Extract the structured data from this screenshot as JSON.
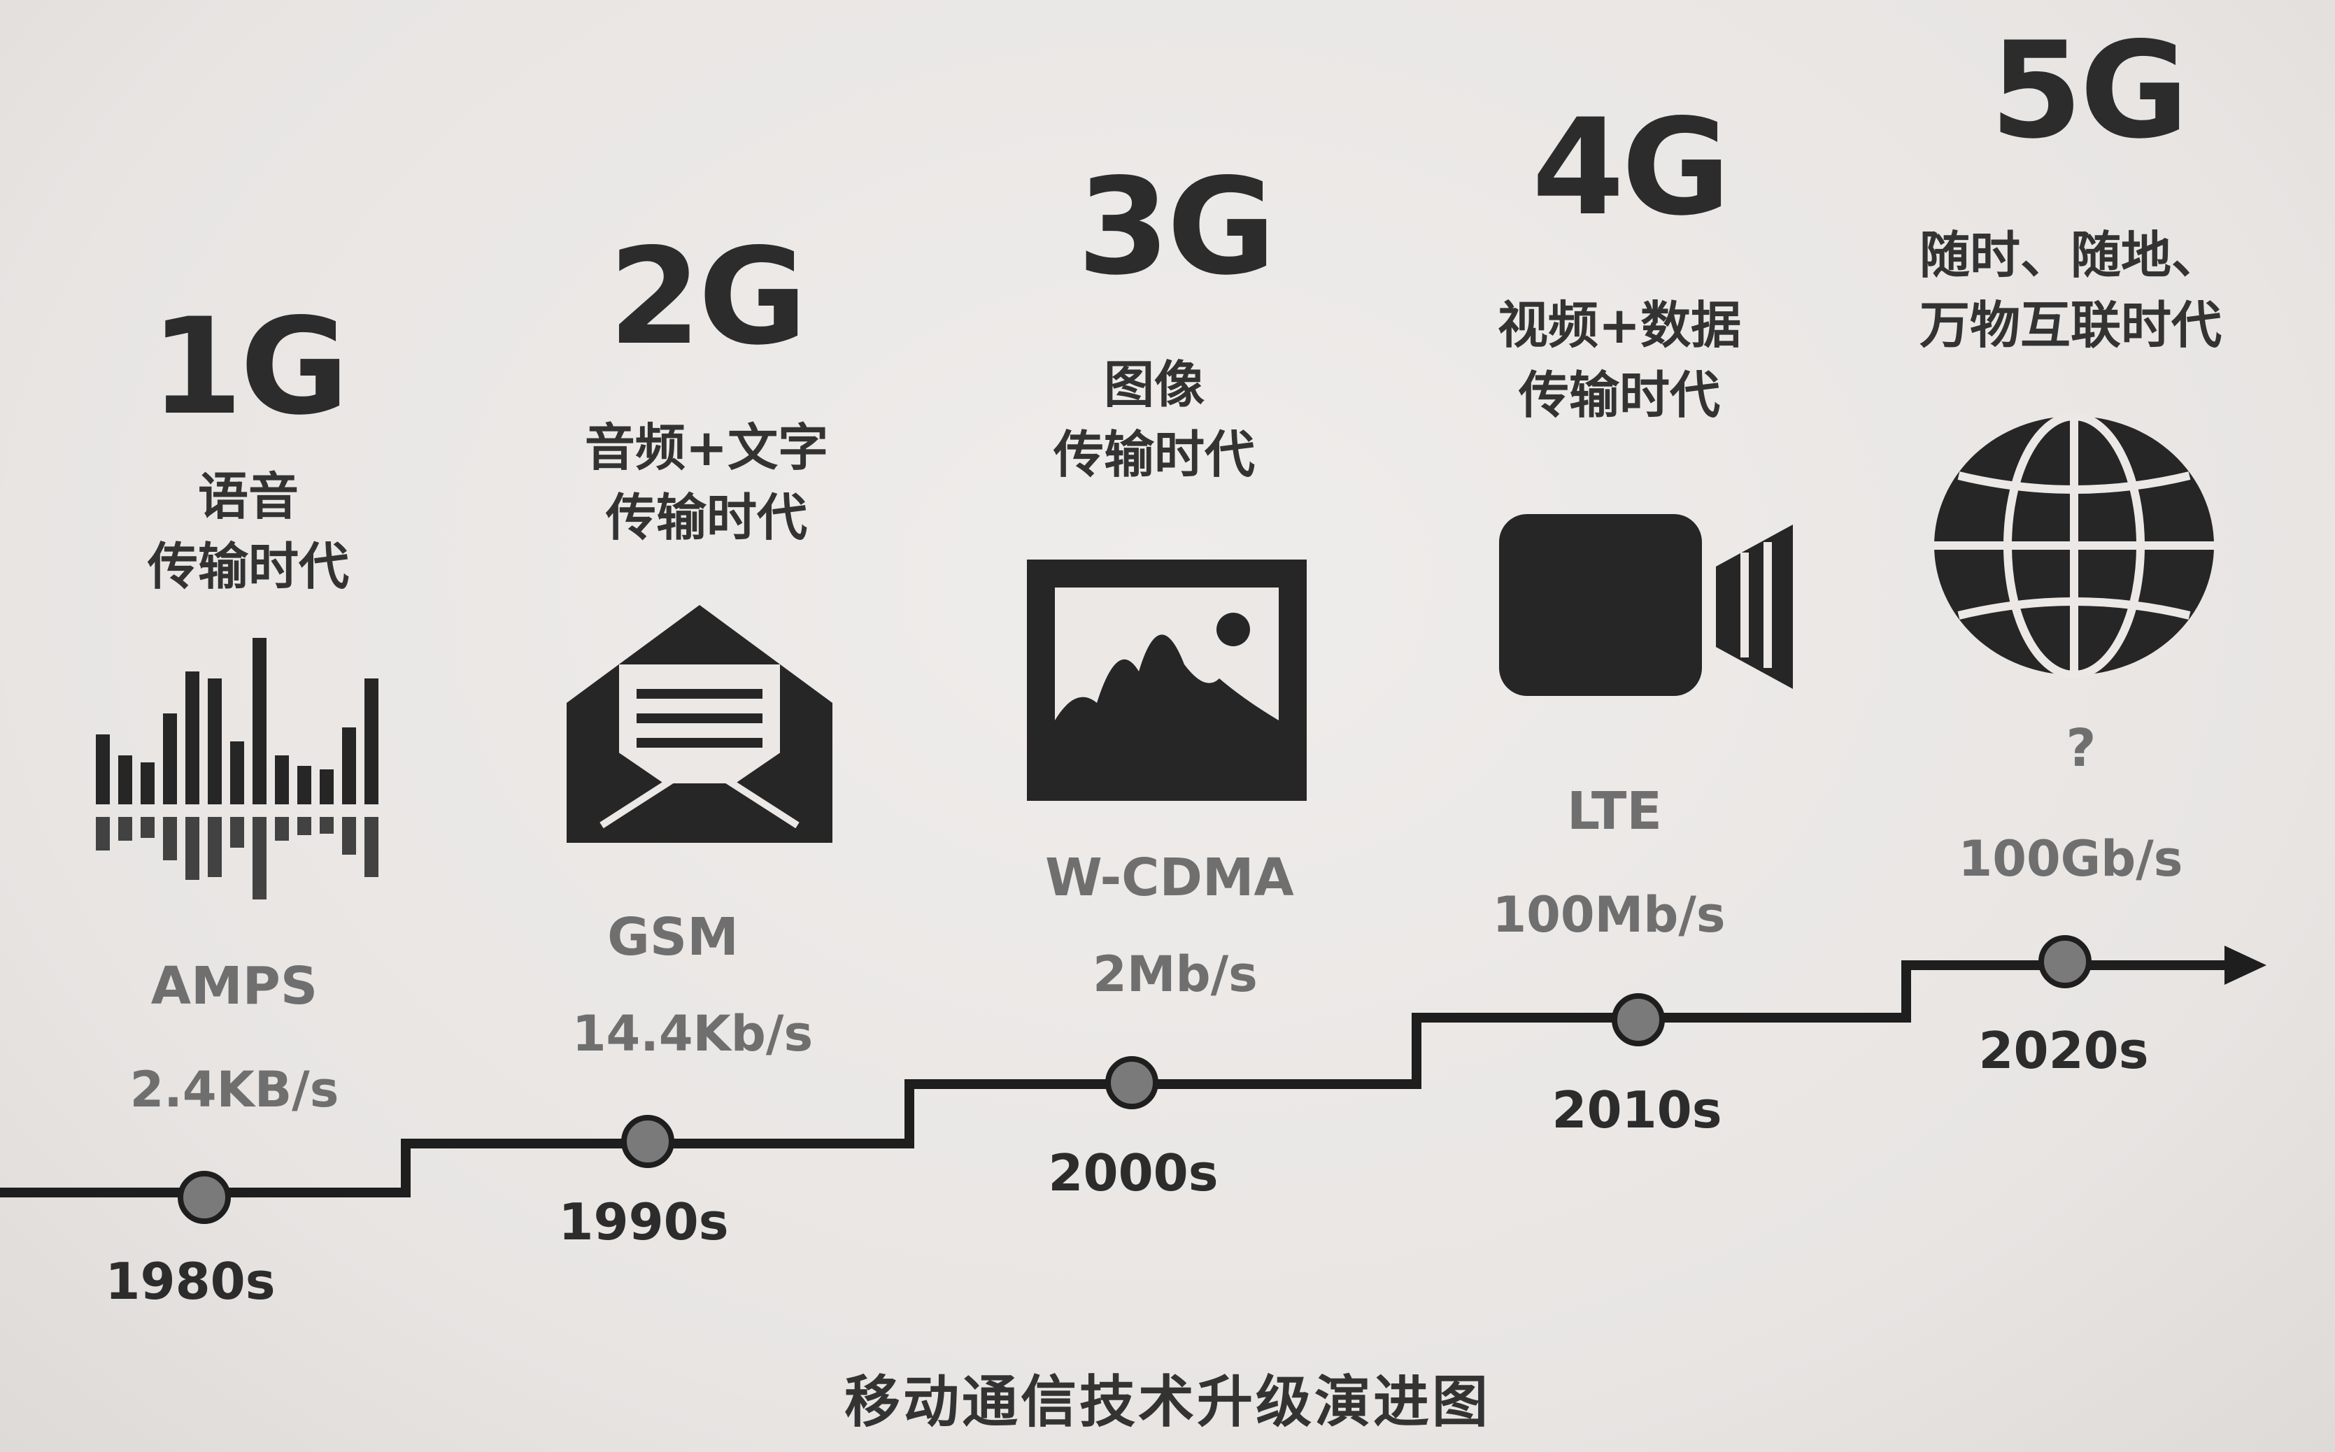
{
  "caption": "移动通信技术升级演进图",
  "generations": [
    {
      "label": "1G",
      "era_lines": [
        "语音",
        "传输时代"
      ],
      "icon": "audio-waveform-icon",
      "tech": "AMPS",
      "speed": "2.4KB/s",
      "year": "1980s"
    },
    {
      "label": "2G",
      "era_lines": [
        "音频+文字",
        "传输时代"
      ],
      "icon": "envelope-letter-icon",
      "tech": "GSM",
      "speed": "14.4Kb/s",
      "year": "1990s"
    },
    {
      "label": "3G",
      "era_lines": [
        "图像",
        "传输时代"
      ],
      "icon": "image-picture-icon",
      "tech": "W-CDMA",
      "speed": "2Mb/s",
      "year": "2000s"
    },
    {
      "label": "4G",
      "era_lines": [
        "视频+数据",
        "传输时代"
      ],
      "icon": "video-camera-icon",
      "tech": "LTE",
      "speed": "100Mb/s",
      "year": "2010s"
    },
    {
      "label": "5G",
      "era_lines": [
        "随时、随地、",
        "万物互联时代"
      ],
      "icon": "globe-icon",
      "tech": "?",
      "speed": "100Gb/s",
      "year": "2020s"
    }
  ],
  "colors": {
    "line": "#1e1e1e",
    "node": "#7a7a7a",
    "icon": "#262626",
    "text_dark": "#2c2c2c",
    "text_gray": "#6f6f6f"
  }
}
